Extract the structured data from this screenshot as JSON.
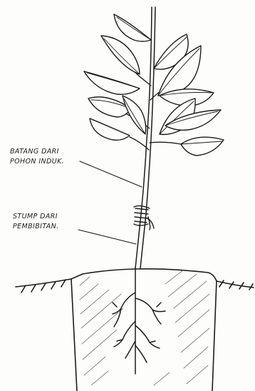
{
  "labels": {
    "scion": {
      "line1": "BATANG DARI",
      "line2": "POHON INDUK."
    },
    "rootstock": {
      "line1": "STUMP DARI",
      "line2": "PEMBIBITAN."
    }
  },
  "colors": {
    "ink": "#1c1c1c",
    "paper": "#fdfdfc"
  }
}
